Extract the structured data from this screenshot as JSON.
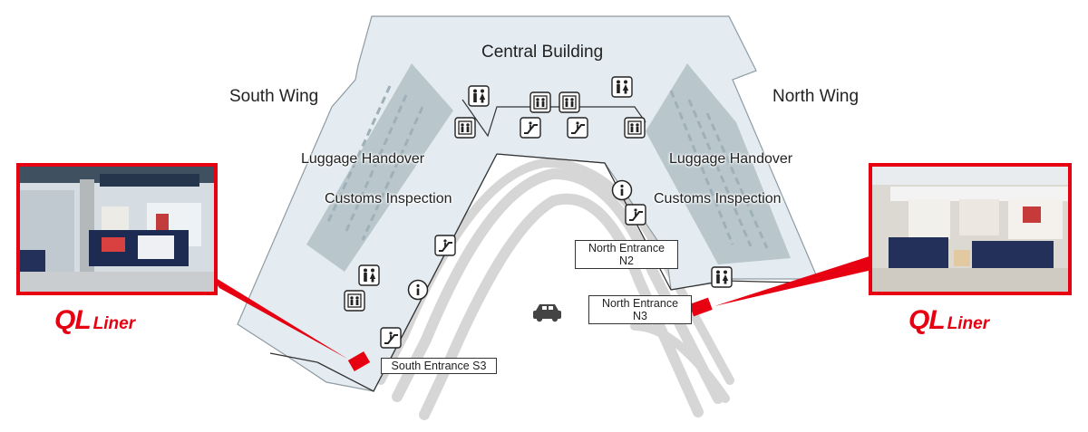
{
  "zones": {
    "central": "Central Building",
    "south": "South Wing",
    "north": "North Wing"
  },
  "areas": {
    "luggage_left": "Luggage Handover",
    "customs_left": "Customs Inspection",
    "luggage_right": "Luggage Handover",
    "customs_right": "Customs Inspection"
  },
  "entrances": {
    "north_n2": "North Entrance\nN2",
    "north_n3": "North Entrance\nN3",
    "south_s3": "South Entrance S3"
  },
  "logo": {
    "brand": "QL",
    "word": "Liner"
  },
  "colors": {
    "brand_red": "#e60012",
    "building": "#e4ecf1",
    "hall": "#b9c7cd",
    "road": "#d7d7d7"
  },
  "icons": [
    "restroom-icon",
    "elevator-icon",
    "escalator-icon",
    "information-icon",
    "car-icon"
  ]
}
